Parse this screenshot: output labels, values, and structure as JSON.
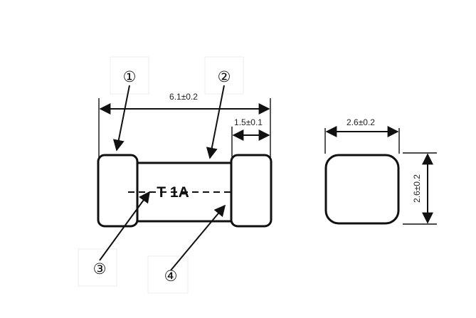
{
  "dimensions": {
    "overall_length": "6.1±0.2",
    "cap_length": "1.5±0.1",
    "end_width": "2.6±0.2",
    "end_height": "2.6±0.2"
  },
  "marking": "T 1A",
  "callouts": [
    "①",
    "②",
    "③",
    "④"
  ],
  "colors": {
    "line": "#111111",
    "background": "#ffffff"
  }
}
